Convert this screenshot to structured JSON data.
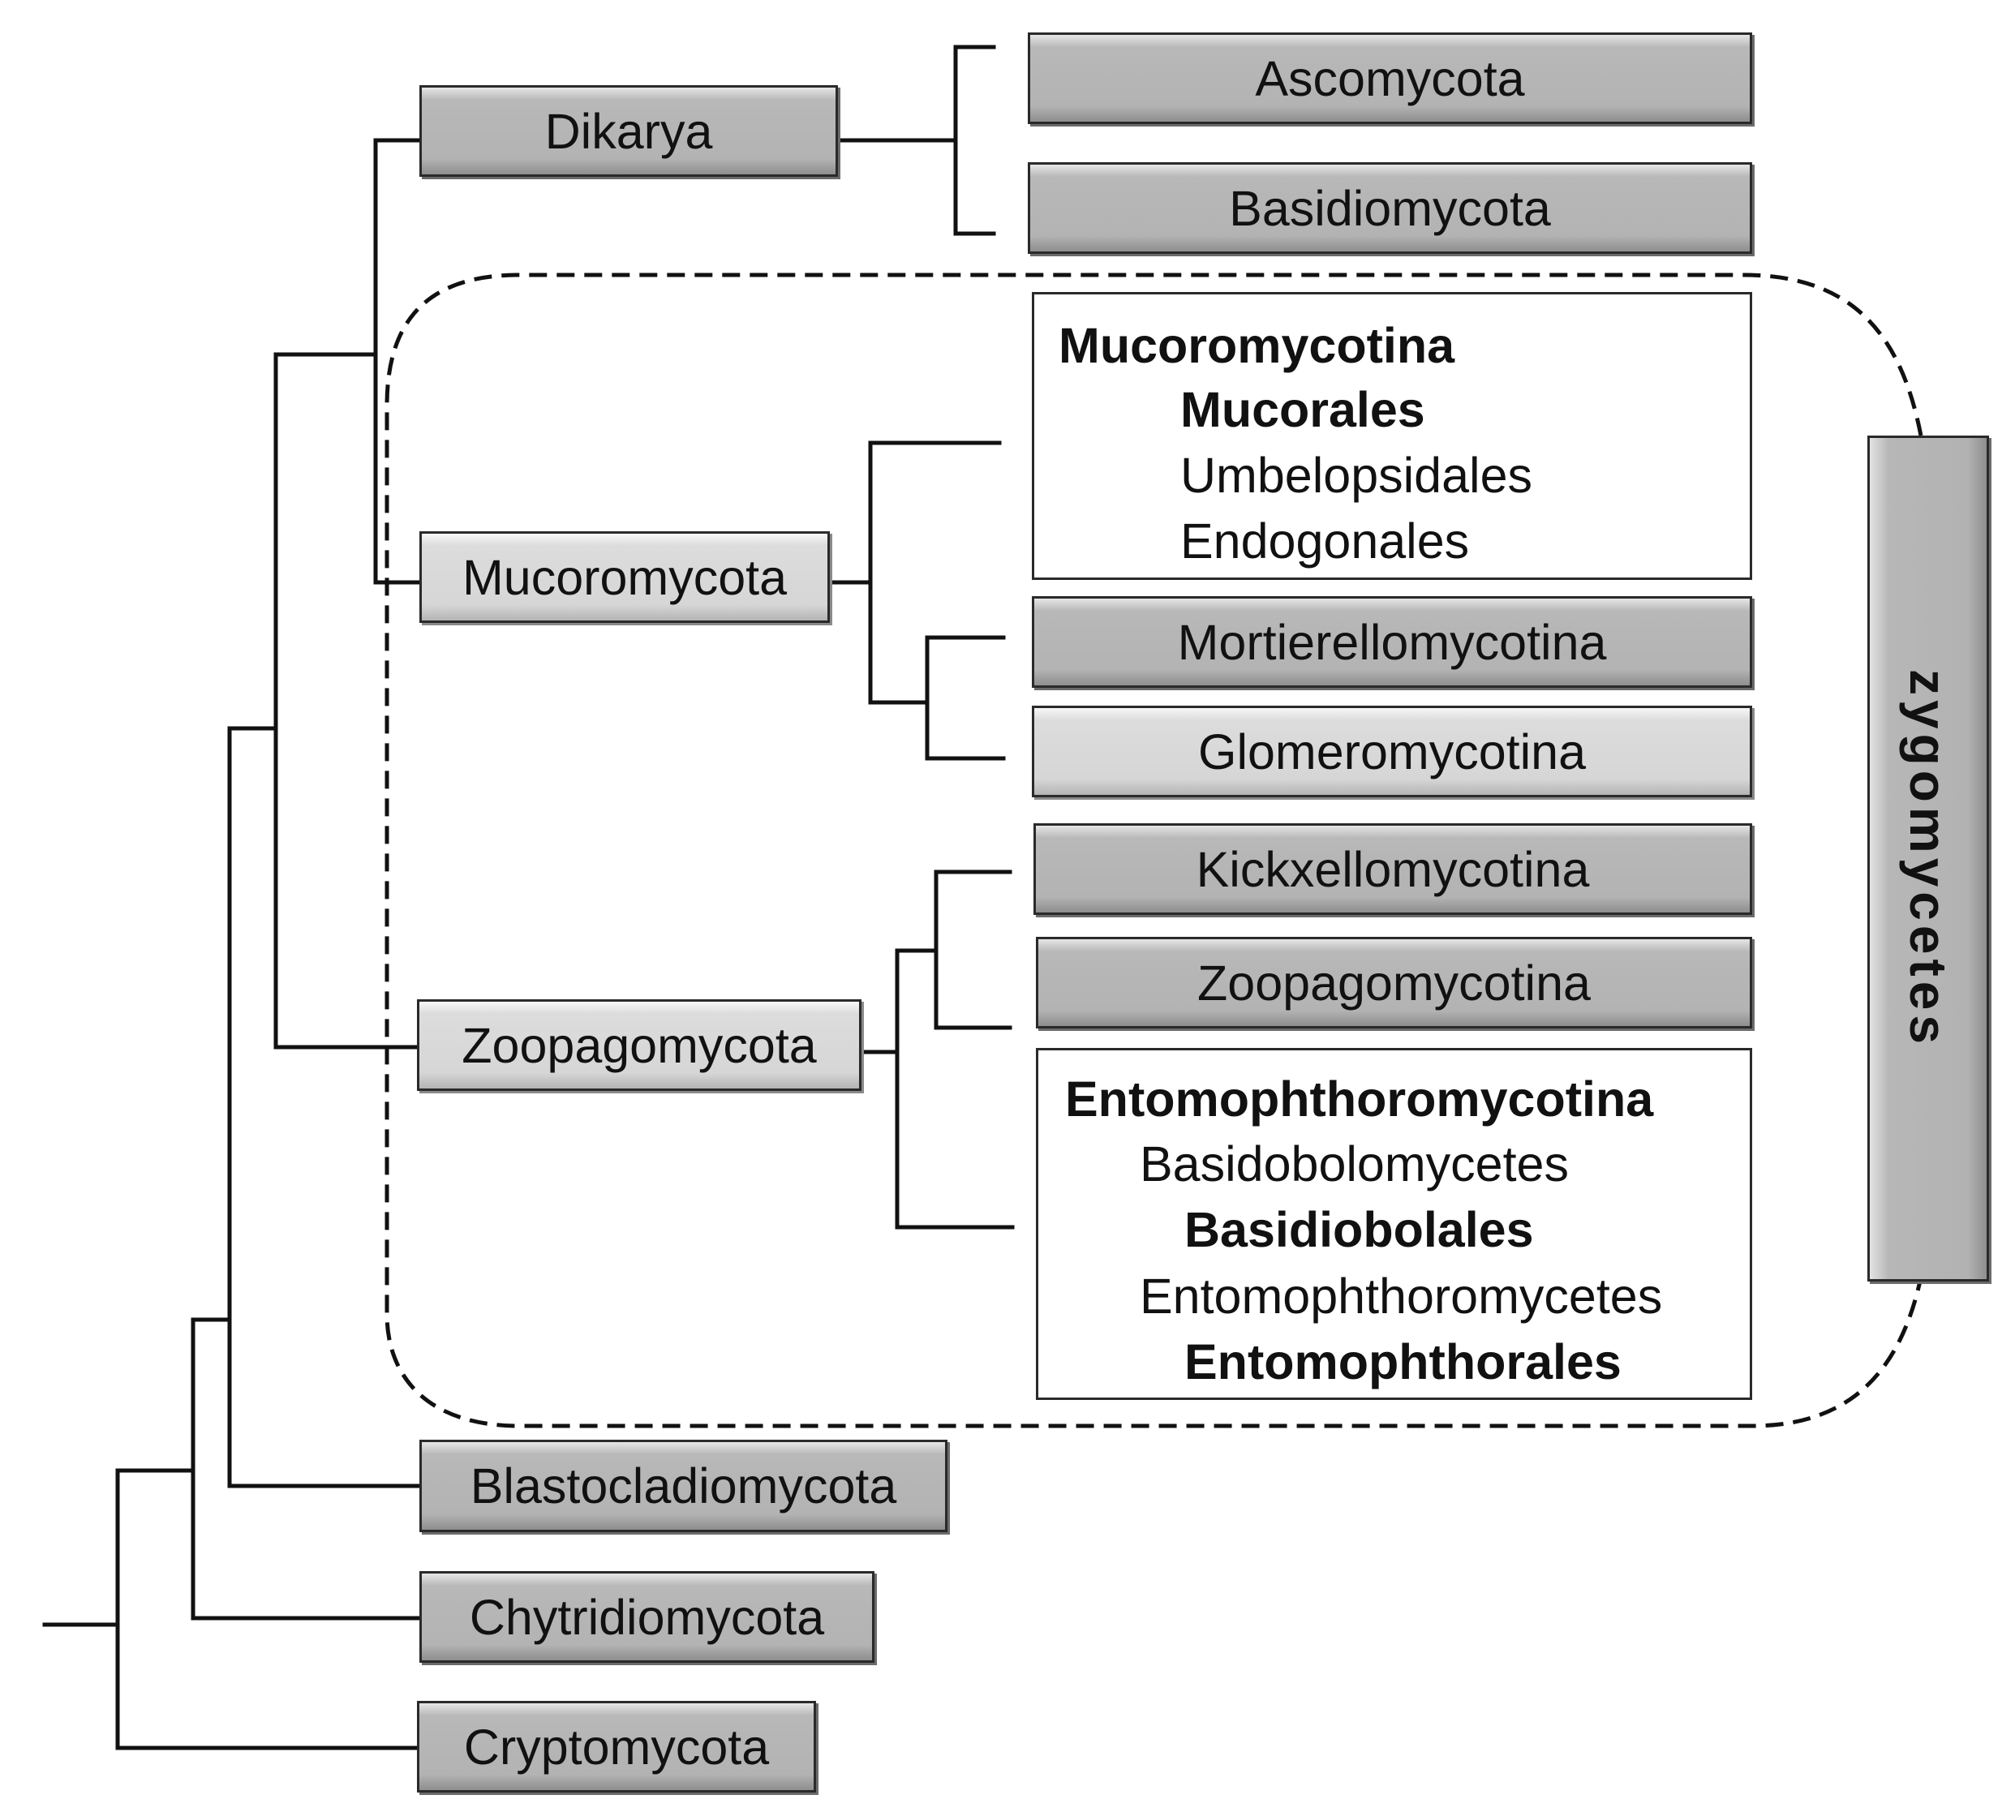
{
  "groups": {
    "dikarya": "Dikarya",
    "mucoromycota": "Mucoromycota",
    "zoopagomycota": "Zoopagomycota",
    "blastocladiomycota": "Blastocladiomycota",
    "chytridiomycota": "Chytridiomycota",
    "cryptomycota": "Cryptomycota"
  },
  "dikarya_members": {
    "ascomycota": "Ascomycota",
    "basidiomycota": "Basidiomycota"
  },
  "mucoromycota_members": {
    "mucoromycotina": {
      "title": "Mucoromycotina",
      "orders": [
        "Mucorales",
        "Umbelopsidales",
        "Endogonales"
      ]
    },
    "mortierellomycotina": "Mortierellomycotina",
    "glomeromycotina": "Glomeromycotina"
  },
  "zoopagomycota_members": {
    "kickxellomycotina": "Kickxellomycotina",
    "zoopagomycotina": "Zoopagomycotina",
    "entomophthoromycotina": {
      "title": "Entomophthoromycotina",
      "lines": [
        "Basidobolomycetes",
        "Basidiobolales",
        "Entomophthoromycetes",
        "Entomophthorales"
      ]
    }
  },
  "bracket_label": "zygomycetes"
}
